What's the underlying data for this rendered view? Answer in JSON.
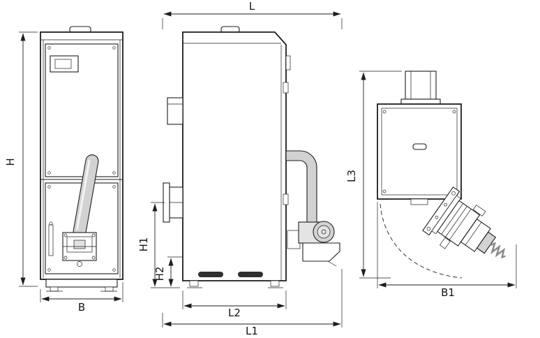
{
  "drawing": {
    "front_view": {
      "h_label": "H",
      "b_label": "B"
    },
    "side_view": {
      "l_label": "L",
      "h1_label": "H1",
      "h2_label": "H2",
      "l2_label": "L2",
      "l1_label": "L1"
    },
    "rear_view": {
      "l3_label": "L3",
      "b1_label": "B1"
    },
    "colors": {
      "line": "#1d1d1d",
      "metal_gray": "#d2d2d2",
      "slot_dark": "#2f2f2f",
      "background": "#ffffff"
    }
  }
}
